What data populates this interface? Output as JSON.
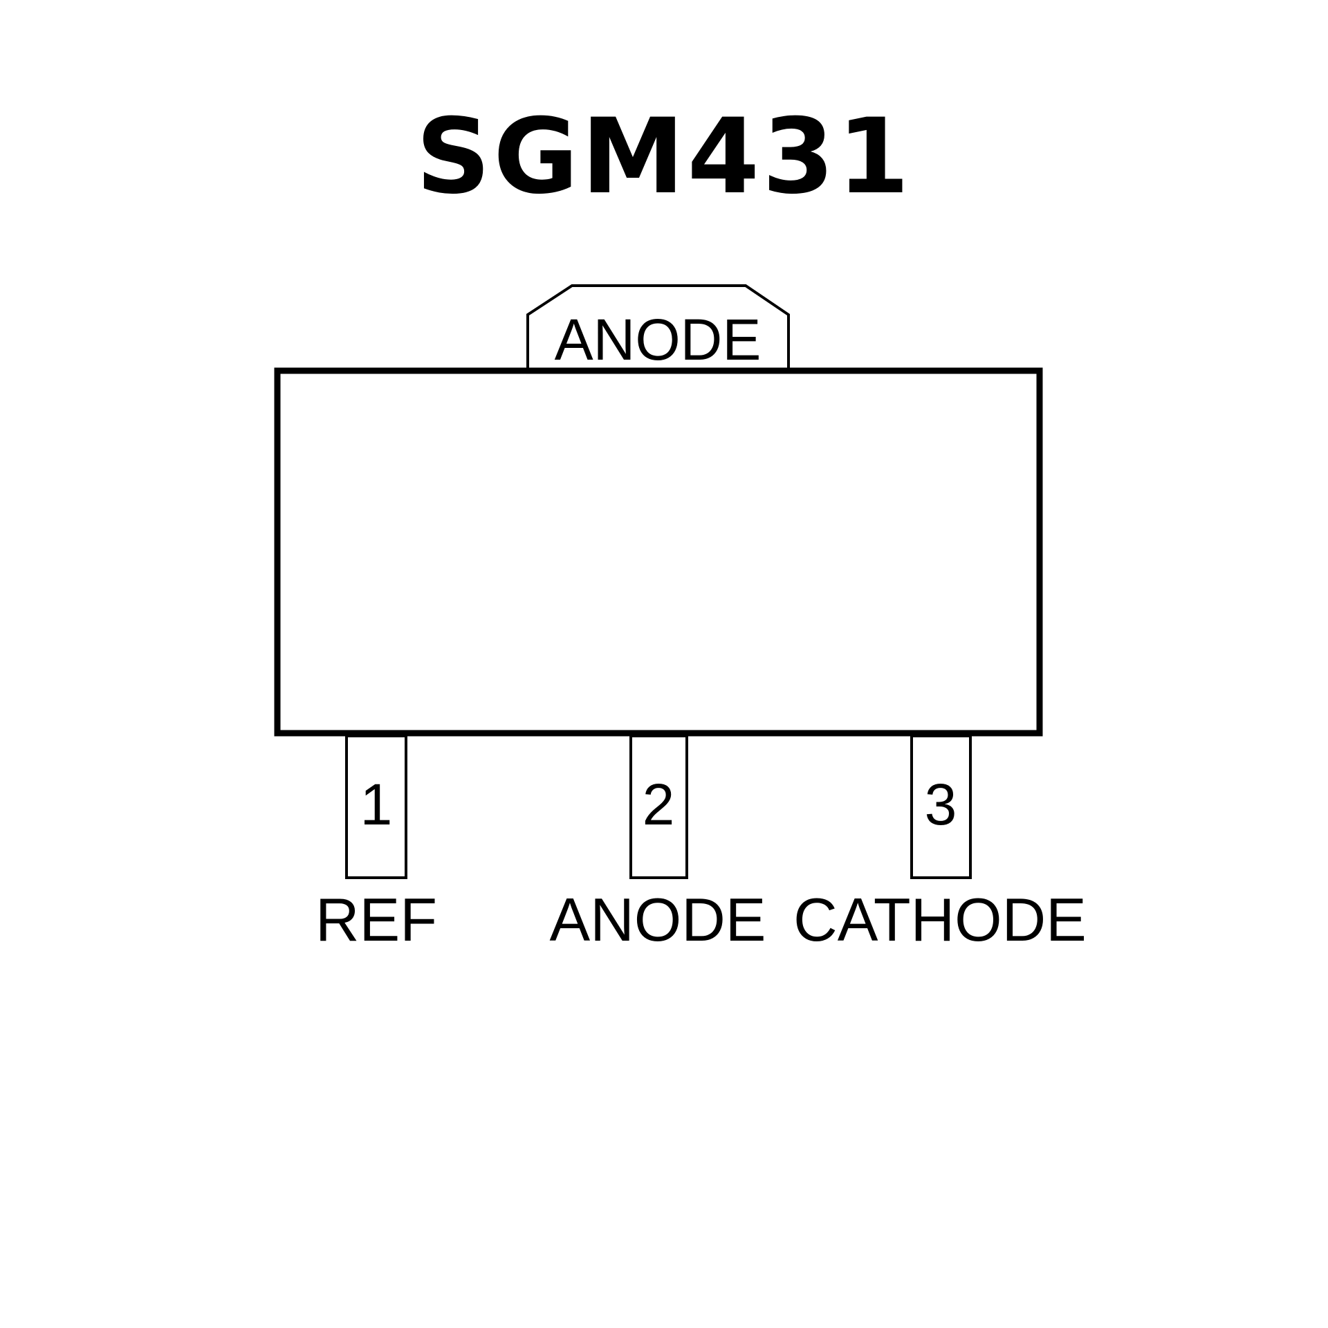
{
  "title": "SGM431",
  "tab_label": "ANODE",
  "pins": [
    {
      "number": "1",
      "name": "REF"
    },
    {
      "number": "2",
      "name": "ANODE"
    },
    {
      "number": "3",
      "name": "CATHODE"
    }
  ]
}
